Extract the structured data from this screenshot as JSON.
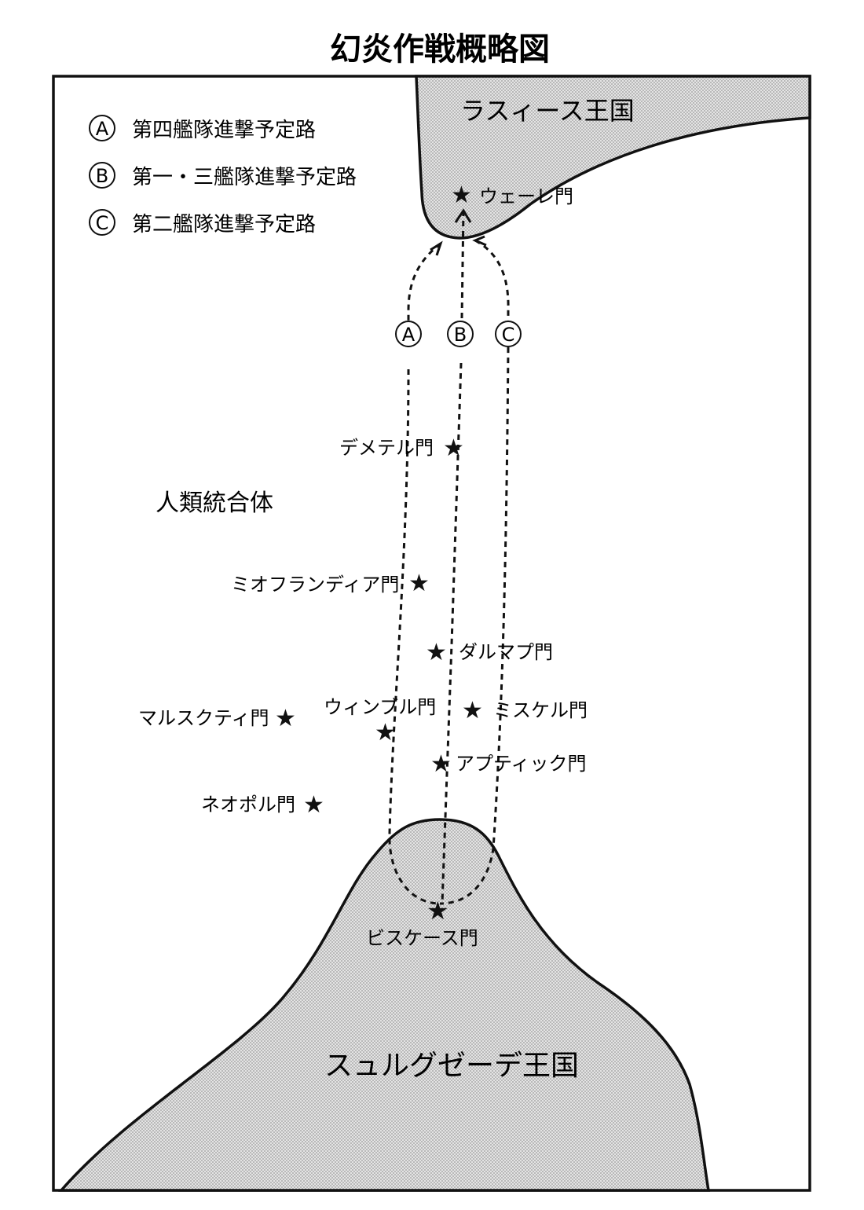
{
  "title": "幻炎作戦概略図",
  "legend": [
    {
      "mark": "A",
      "text": "第四艦隊進撃予定路"
    },
    {
      "mark": "B",
      "text": "第一・三艦隊進撃予定路"
    },
    {
      "mark": "C",
      "text": "第二艦隊進撃予定路"
    }
  ],
  "route_marks": [
    "A",
    "B",
    "C"
  ],
  "regions": {
    "north": "ラスィース王国",
    "west": "人類統合体",
    "south": "スュルグゼーデ王国"
  },
  "gates": {
    "wehre": "ウェーレ門",
    "demeter": "デメテル門",
    "miofrandia": "ミオフランディア門",
    "darumap": "ダルマプ門",
    "marskuti": "マルスクティ門",
    "winbur": "ウィンブル門",
    "miskel": "ミスケル門",
    "aptik": "アプティック門",
    "neopol": "ネオポル門",
    "biskehs": "ビスケース門"
  },
  "colors": {
    "ink": "#111111",
    "land_fill": "#dcdcdc",
    "dot": "#9a9a9a"
  }
}
